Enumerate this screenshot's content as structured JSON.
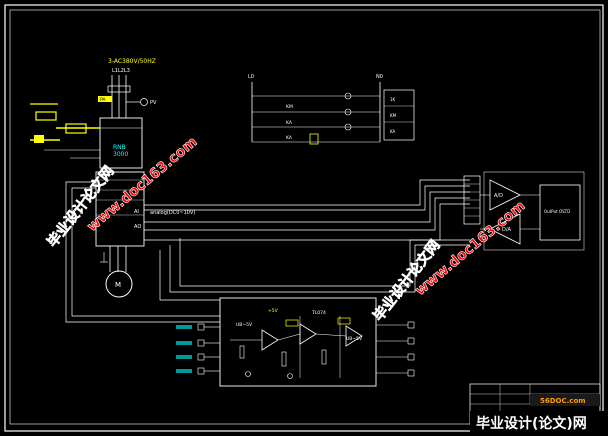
{
  "diagram": {
    "supply_label": "3-AC380V/50HZ",
    "phase_label": "L1L2L3",
    "pv_label": "PV",
    "pa_label": "PA",
    "inverter_name": "RNB",
    "inverter_model": "3000",
    "ao_label": "AO",
    "ai_label": "AI",
    "analog_label": "analog(DC0~10V)",
    "ctrl_a": "L0",
    "ctrl_b": "N0",
    "relay_rows": [
      "KM",
      "KA",
      "KA"
    ],
    "relay_tags": [
      "1K",
      "KM",
      "KA"
    ],
    "adc_label": "A/D",
    "dac_label": "D/A",
    "dsp_label": "OutPut OSTD",
    "board_label": "UB~5V",
    "board_label2": "UB~5V",
    "ref_label": "+5V",
    "chip_label": "TL074",
    "titleblock_text": "56DOC.com",
    "footer_url": "毕业设计(论文)网"
  },
  "watermarks": [
    {
      "text": "毕业设计论文网"
    },
    {
      "text": "www.doc163.com"
    },
    {
      "text": "毕业设计论文网"
    },
    {
      "text": "www.doc163.com"
    }
  ],
  "colors": {
    "background": "#000000",
    "wire": "#ffffff",
    "label_yellow": "#ffff00",
    "label_cyan": "#00ffff",
    "label_green": "#00ff00",
    "watermark": "#ff0000",
    "watermark_outline": "#ffffff",
    "logo_bg": "#1a1a1a"
  }
}
